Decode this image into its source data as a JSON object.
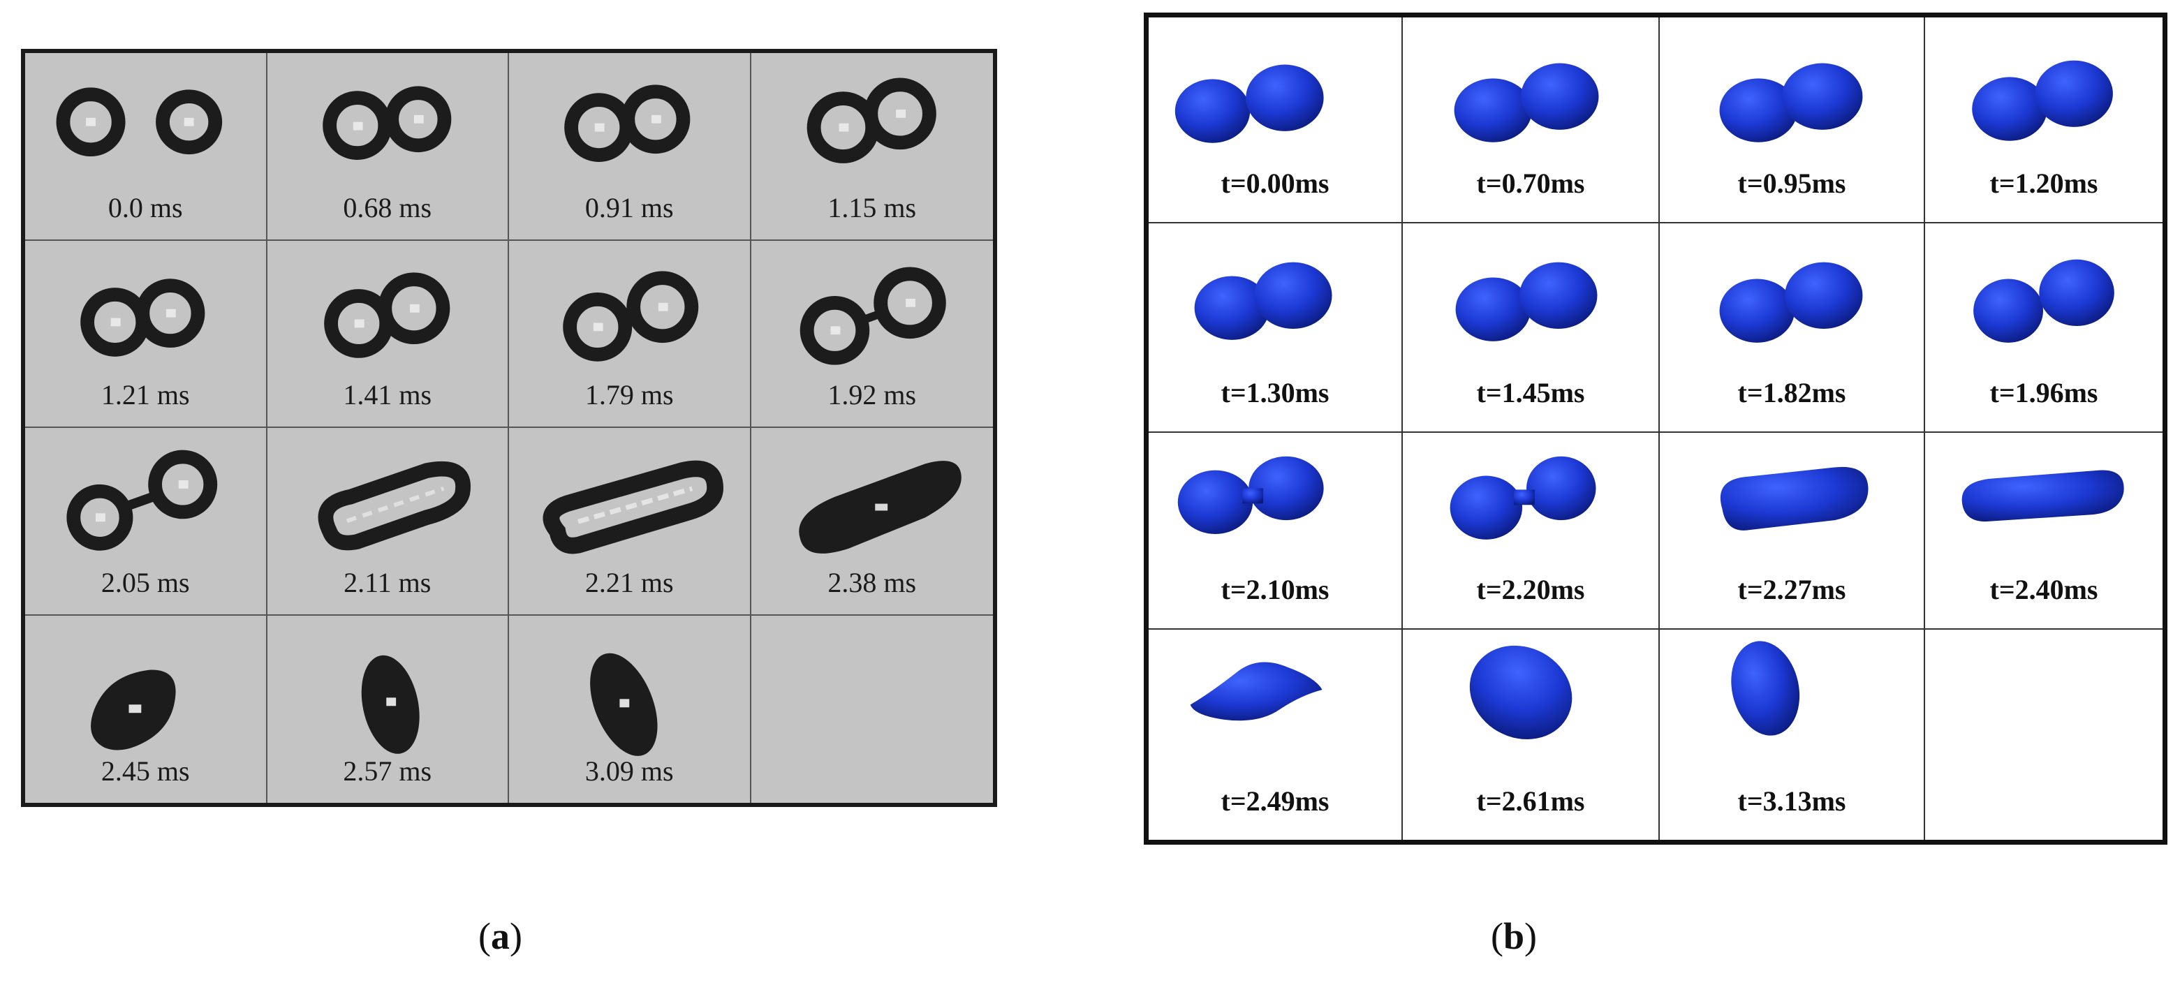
{
  "panel_a": {
    "frames": [
      {
        "time": "0.0 ms"
      },
      {
        "time": "0.68 ms"
      },
      {
        "time": "0.91 ms"
      },
      {
        "time": "1.15 ms"
      },
      {
        "time": "1.21 ms"
      },
      {
        "time": "1.41 ms"
      },
      {
        "time": "1.79 ms"
      },
      {
        "time": "1.92 ms"
      },
      {
        "time": "2.05 ms"
      },
      {
        "time": "2.11 ms"
      },
      {
        "time": "2.21 ms"
      },
      {
        "time": "2.38 ms"
      },
      {
        "time": "2.45 ms"
      },
      {
        "time": "2.57 ms"
      },
      {
        "time": "3.09 ms"
      },
      {
        "time": ""
      }
    ]
  },
  "panel_b": {
    "frames": [
      {
        "time": "t=0.00ms"
      },
      {
        "time": "t=0.70ms"
      },
      {
        "time": "t=0.95ms"
      },
      {
        "time": "t=1.20ms"
      },
      {
        "time": "t=1.30ms"
      },
      {
        "time": "t=1.45ms"
      },
      {
        "time": "t=1.82ms"
      },
      {
        "time": "t=1.96ms"
      },
      {
        "time": "t=2.10ms"
      },
      {
        "time": "t=2.20ms"
      },
      {
        "time": "t=2.27ms"
      },
      {
        "time": "t=2.40ms"
      },
      {
        "time": "t=2.49ms"
      },
      {
        "time": "t=2.61ms"
      },
      {
        "time": "t=3.13ms"
      },
      {
        "time": ""
      }
    ]
  },
  "captions": {
    "a_open": "(",
    "a_letter": "a",
    "a_close": ")",
    "b_open": "(",
    "b_letter": "b",
    "b_close": ")"
  },
  "colors": {
    "panel_a_background": "#c4c4c4",
    "droplet_dark": "#1c1c1c",
    "droplet_blue": "#1f3fd6",
    "droplet_blue_dark": "#0a1a7a"
  }
}
